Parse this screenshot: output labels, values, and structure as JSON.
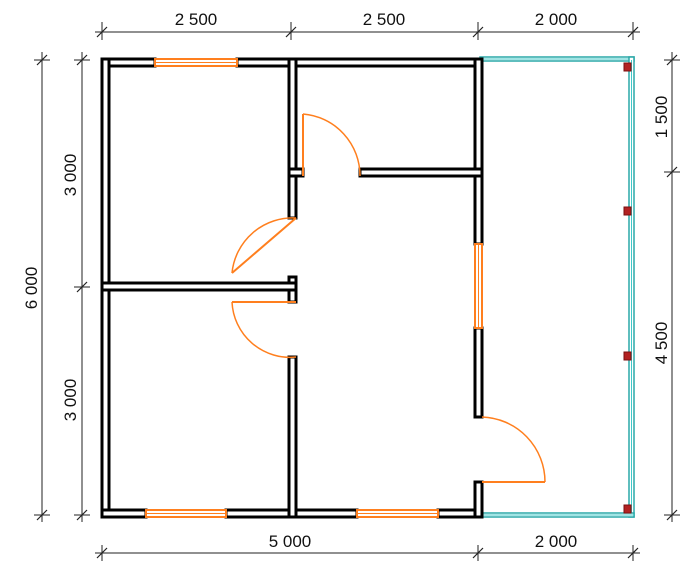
{
  "dimensions": {
    "top": [
      "2 500",
      "2 500",
      "2 000"
    ],
    "bottom": [
      "5 000",
      "2 000"
    ],
    "left_total": "6 000",
    "left_parts": [
      "3 000",
      "3 000"
    ],
    "right": [
      "1 500",
      "4 500"
    ]
  },
  "colors": {
    "wall": "#000000",
    "window": "#ff7f1e",
    "door": "#ff7f1e",
    "railing": "#2aa8a8",
    "post": "#b22222"
  }
}
